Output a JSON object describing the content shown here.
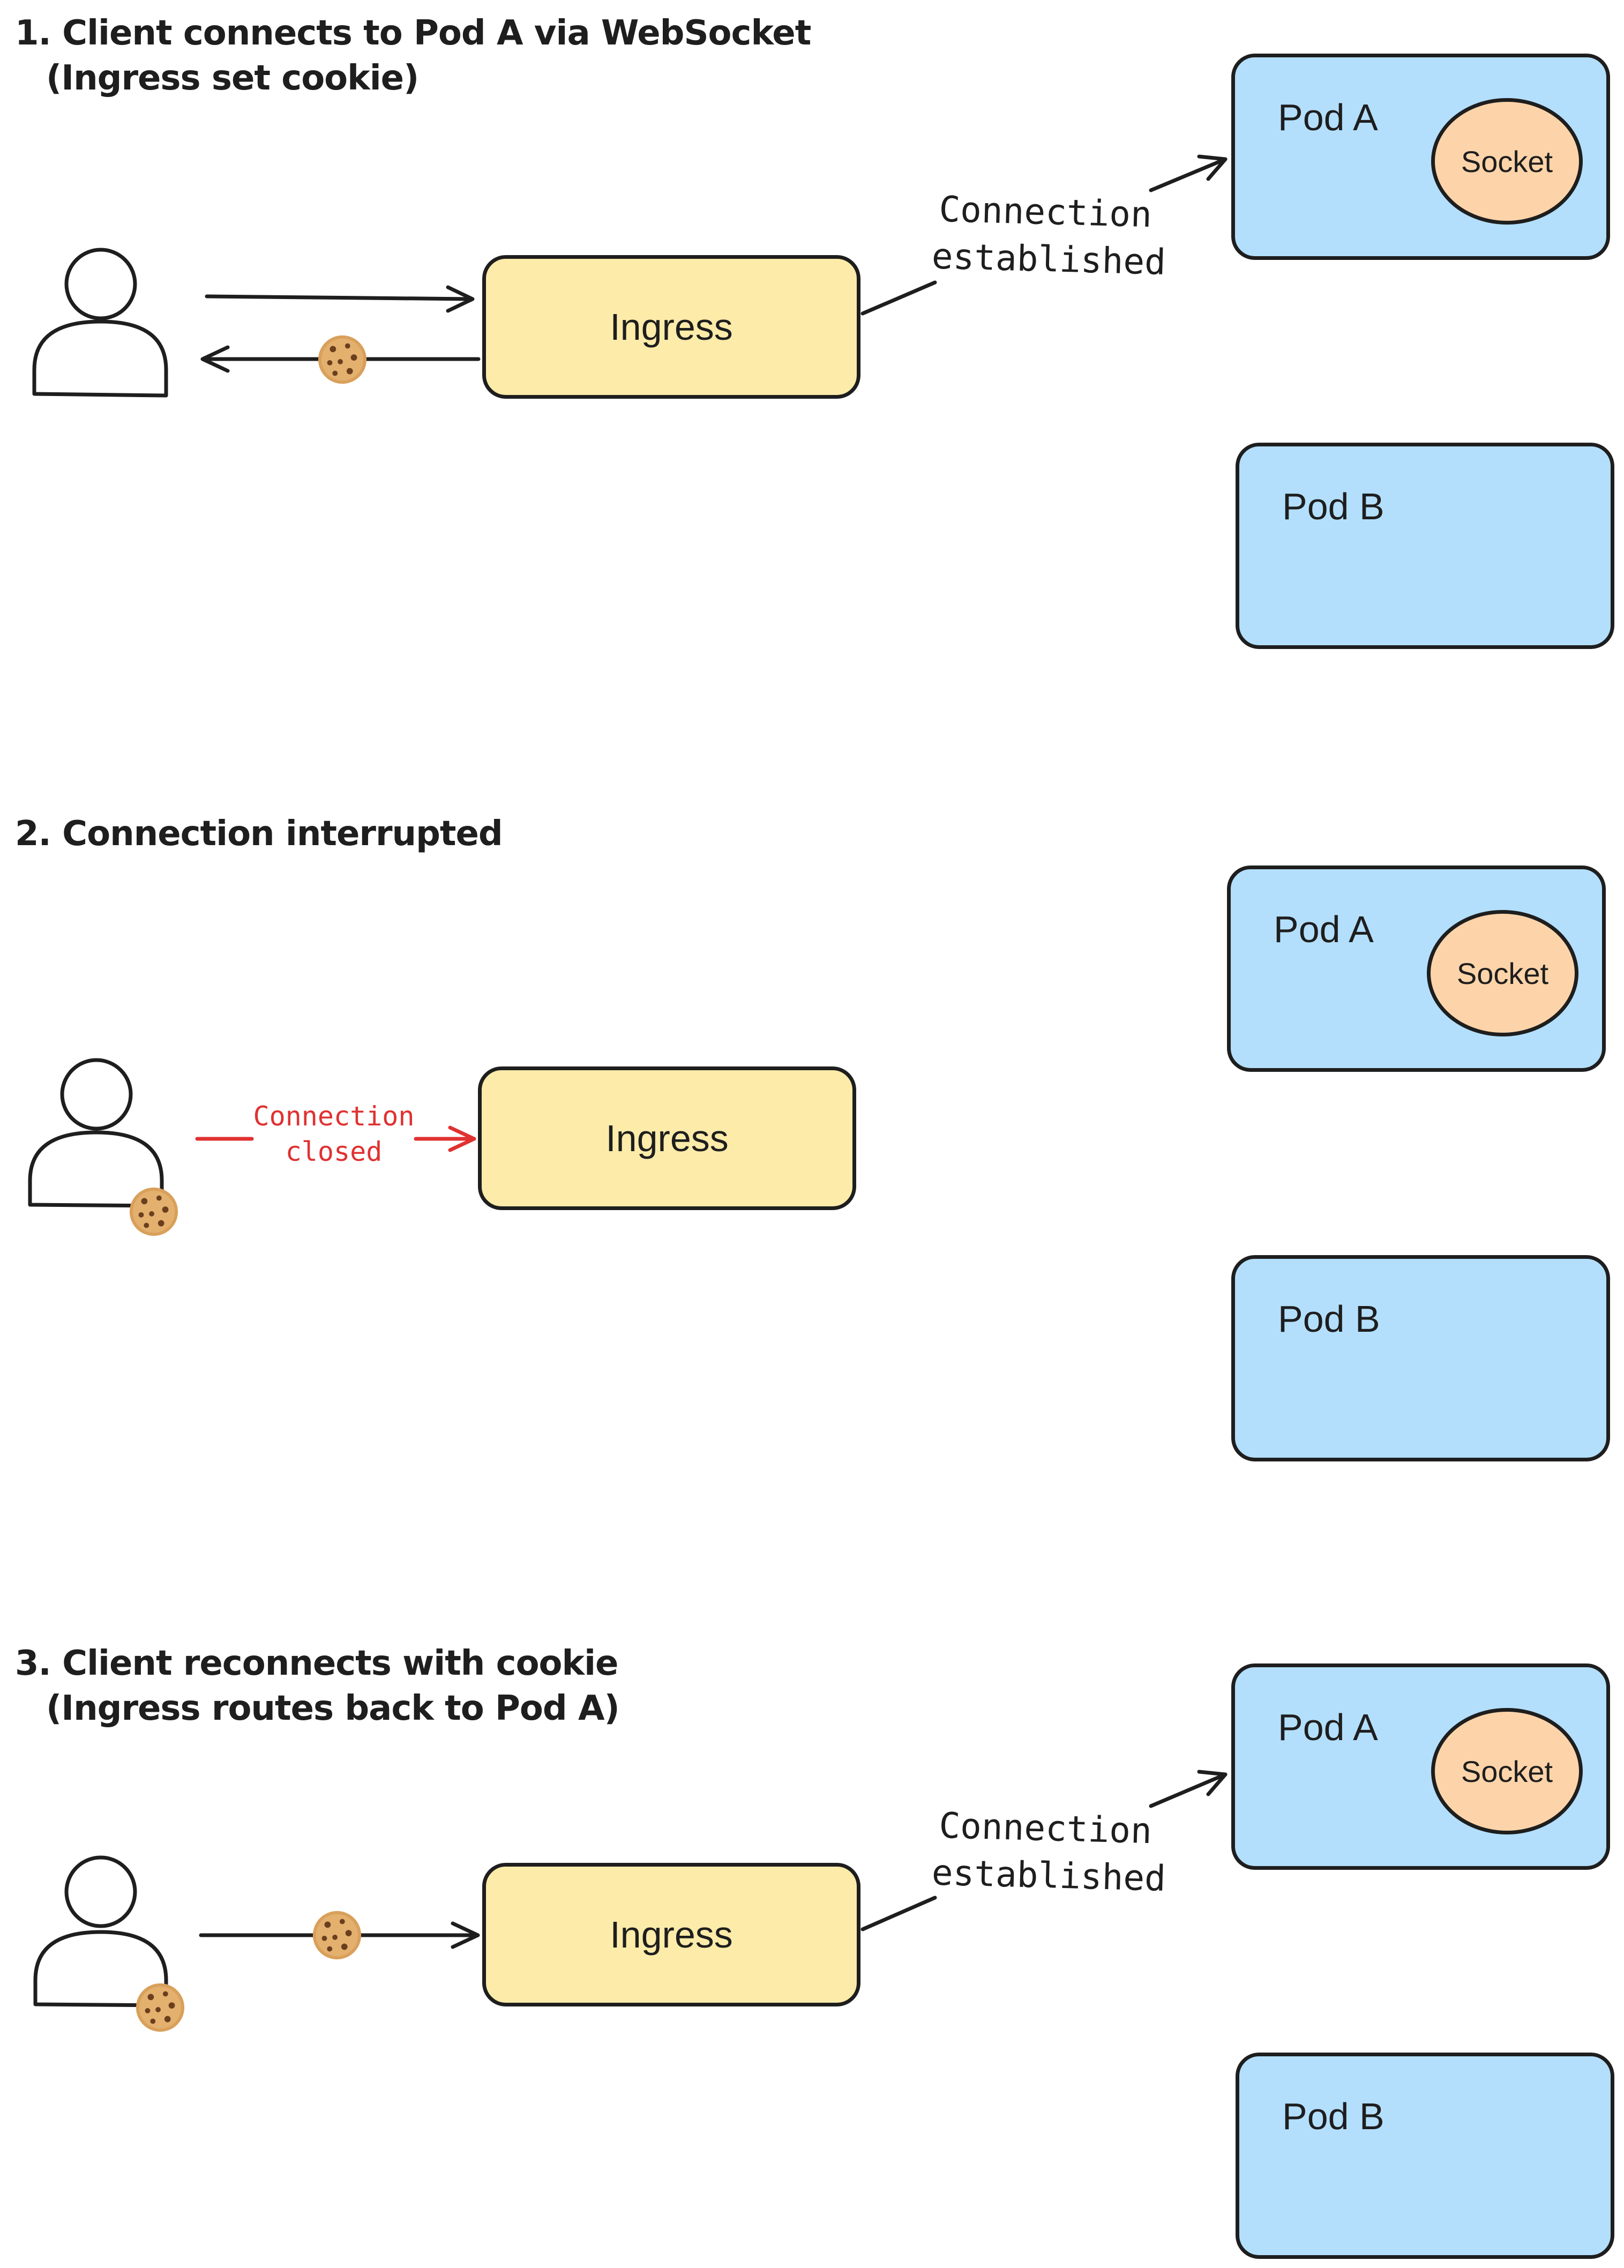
{
  "steps": [
    {
      "title_line1": "1. Client connects to Pod A via WebSocket",
      "title_line2": "(Ingress set cookie)",
      "ingress_label": "Ingress",
      "edge_label": "Connection\nestablished",
      "pod_a": {
        "label": "Pod A",
        "socket": "Socket"
      },
      "pod_b": {
        "label": "Pod B"
      }
    },
    {
      "title_line1": "2. Connection interrupted",
      "ingress_label": "Ingress",
      "edge_label": "Connection\nclosed",
      "pod_a": {
        "label": "Pod A",
        "socket": "Socket"
      },
      "pod_b": {
        "label": "Pod B"
      }
    },
    {
      "title_line1": "3. Client reconnects with cookie",
      "title_line2": "(Ingress routes back to Pod A)",
      "ingress_label": "Ingress",
      "edge_label": "Connection\nestablished",
      "pod_a": {
        "label": "Pod A",
        "socket": "Socket"
      },
      "pod_b": {
        "label": "Pod B"
      }
    }
  ],
  "icons": [
    "user-icon",
    "cookie-icon"
  ],
  "colors": {
    "ingress_fill": "#fdeba9",
    "pod_fill": "#b3dffd",
    "socket_fill": "#fdd4a9",
    "stroke": "#1e1e1e",
    "closed_arrow": "#e03131",
    "cookie": "#d9a05b"
  }
}
